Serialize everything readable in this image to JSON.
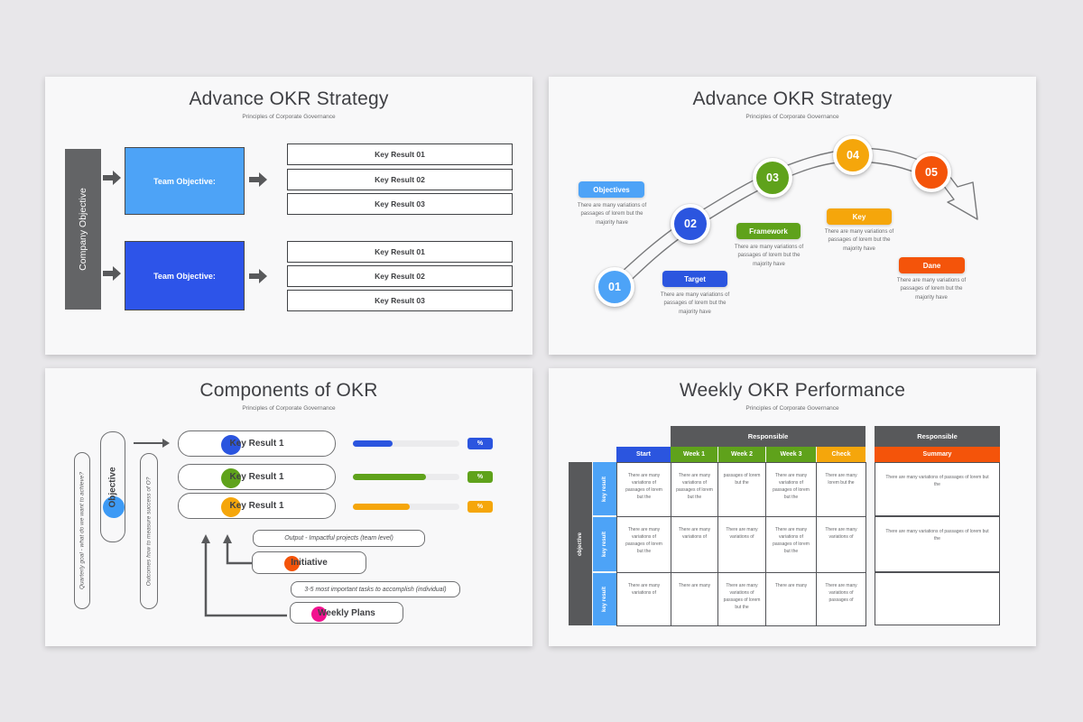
{
  "page": {
    "background": "#e8e7ea",
    "slide_background": "#f8f8f9"
  },
  "colors": {
    "light_blue": "#4da3f7",
    "blue": "#2b55df",
    "green": "#5fa21b",
    "orange": "#f5a60b",
    "orange_red": "#f4540a",
    "dark_gray": "#58595b",
    "magenta": "#f2118f",
    "title_text": "#3f4044"
  },
  "slide1": {
    "title": "Advance OKR Strategy",
    "subtitle": "Principles of Corporate Governance",
    "company_objective_label": "Company Objective",
    "team_objective_1": "Team Objective:",
    "team_objective_2": "Team Objective:",
    "key_results": [
      "Key Result 01",
      "Key Result 02",
      "Key Result 03"
    ]
  },
  "slide2": {
    "title": "Advance OKR Strategy",
    "subtitle": "Principles of Corporate Governance",
    "steps": [
      {
        "num": "01",
        "label": "Objectives",
        "color": "#4da3f7",
        "body": "There are many variations of passages of lorem but the majority have"
      },
      {
        "num": "02",
        "label": "Target",
        "color": "#2b55df",
        "body": "There are many variations of passages of lorem but the majority have"
      },
      {
        "num": "03",
        "label": "Framework",
        "color": "#5fa21b",
        "body": "There are many variations of passages of lorem but the majority have"
      },
      {
        "num": "04",
        "label": "Key",
        "color": "#f5a60b",
        "body": "There are many variations of passages of lorem but the majority have"
      },
      {
        "num": "05",
        "label": "Dane",
        "color": "#f4540a",
        "body": "There are many variations of passages of lorem but the majority have"
      }
    ]
  },
  "slide3": {
    "title": "Components of OKR",
    "subtitle": "Principles of Corporate Governance",
    "quarterly_note": "Quarterly goal - what do we want to achieve?",
    "objective_label": "Objective",
    "outcomes_note": "Outcomes how to measure success of O?",
    "key_results": [
      {
        "label": "Key Result 1",
        "color": "#2b55df",
        "progress": 37,
        "badge": "%"
      },
      {
        "label": "Key Result 1",
        "color": "#5fa21b",
        "progress": 69,
        "badge": "%"
      },
      {
        "label": "Key Result 1",
        "color": "#f5a60b",
        "progress": 53,
        "badge": "%"
      }
    ],
    "output_note": "Output - Impactful projects (team level)",
    "initiative_label": "Initiative",
    "tasks_note": "3-5 most important tasks to accomplish (individual)",
    "weekly_label": "Weekly Plans"
  },
  "slide4": {
    "title": "Weekly OKR Performance",
    "subtitle": "Principles of Corporate Governance",
    "table": {
      "responsible_header": "Responsible",
      "summary_responsible_header": "Responsible",
      "row_group_label": "objective",
      "row_labels": [
        "key result",
        "key result",
        "key result"
      ],
      "columns": [
        {
          "label": "Start",
          "color": "#2b55df"
        },
        {
          "label": "Week 1",
          "color": "#5fa21b"
        },
        {
          "label": "Week 2",
          "color": "#5fa21b"
        },
        {
          "label": "Week 3",
          "color": "#5fa21b"
        },
        {
          "label": "Check",
          "color": "#f5a60b"
        },
        {
          "label": "Summary",
          "color": "#f4540a"
        }
      ],
      "rows": [
        {
          "cells": [
            "There are many variations of passages of lorem but the",
            "There are many variations of passages of lorem but the",
            "passages of lorem but the",
            "There are many variations of passages of lorem but the",
            "There are many lorem but the"
          ],
          "summary": "There are many variations of passages of lorem but the"
        },
        {
          "cells": [
            "There are many variations of passages of lorem but the",
            "There are many variations of",
            "There are many variations of",
            "There are many variations of passages of lorem but the",
            "There are many variations of"
          ],
          "summary": "There are many variations of passages of lorem but the"
        },
        {
          "cells": [
            "There are many variations of",
            "There are many",
            "There are many variations of passages of lorem but the",
            "There are many",
            "There are many variations of passages of"
          ],
          "summary": ""
        }
      ]
    }
  }
}
